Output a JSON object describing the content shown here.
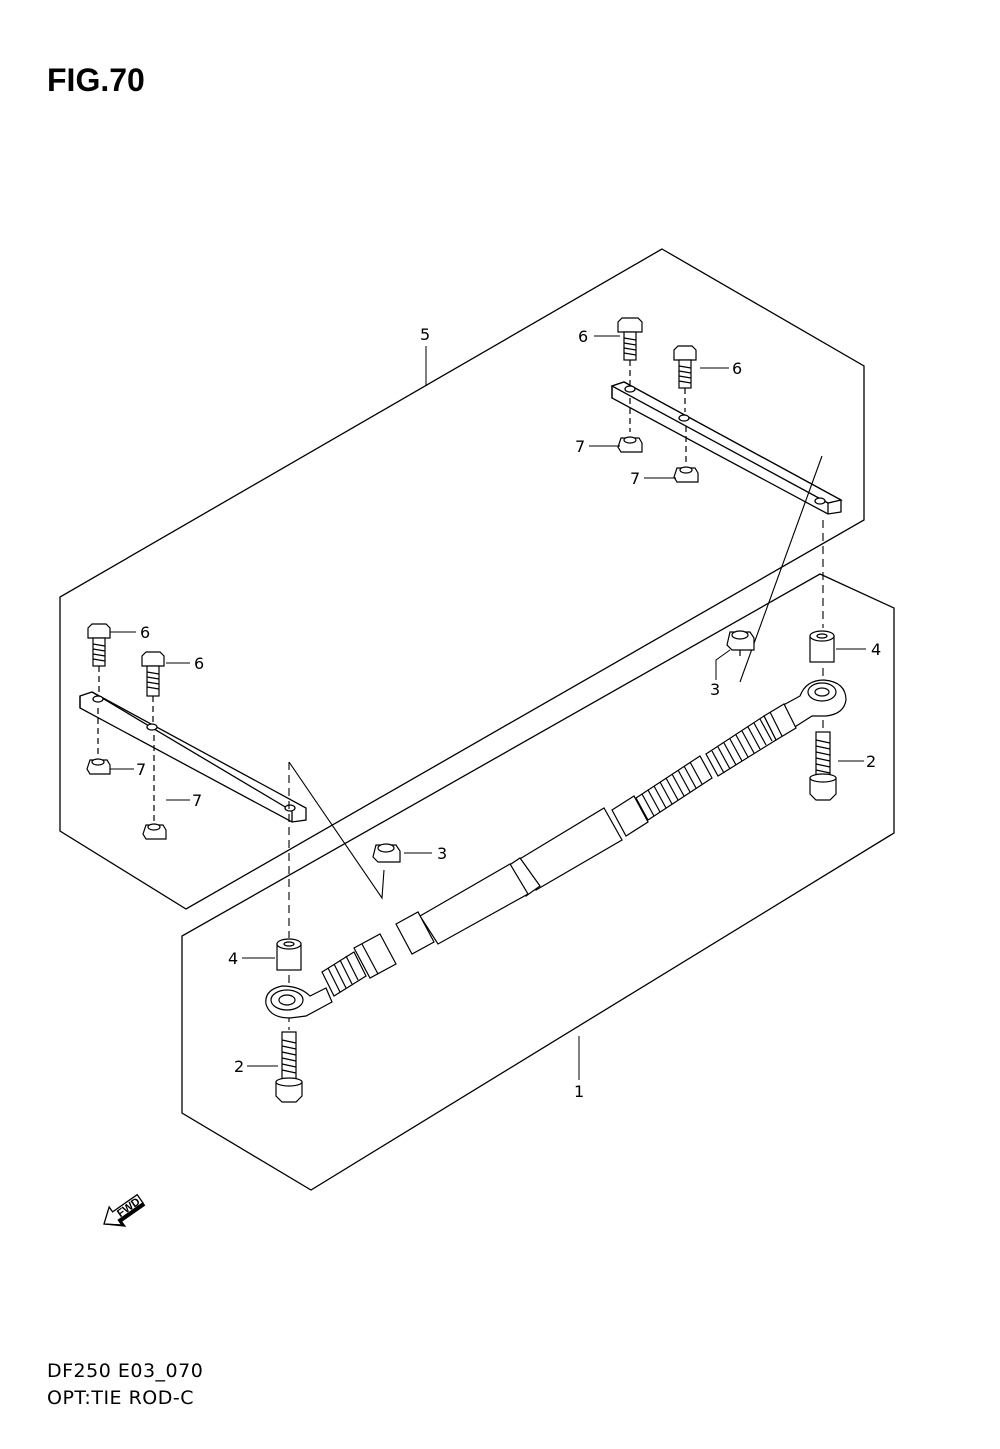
{
  "figure": {
    "title": "FIG.70",
    "model_code": "DF250 E03_070",
    "caption": "OPT:TIE ROD-C"
  },
  "direction_marker": {
    "label": "FWD",
    "icon": "fwd-arrow-icon"
  },
  "callouts": {
    "c1": "1",
    "c2_right": "2",
    "c2_left": "2",
    "c3_upper": "3",
    "c3_lower": "3",
    "c4_right": "4",
    "c4_left": "4",
    "c5": "5",
    "c6_right_a": "6",
    "c6_right_b": "6",
    "c6_left_a": "6",
    "c6_left_b": "6",
    "c7_right_a": "7",
    "c7_right_b": "7",
    "c7_left_a": "7",
    "c7_left_b": "7"
  },
  "colors": {
    "line": "#000000",
    "part_fill": "#ffffff",
    "shade": "#d9d9d9"
  }
}
